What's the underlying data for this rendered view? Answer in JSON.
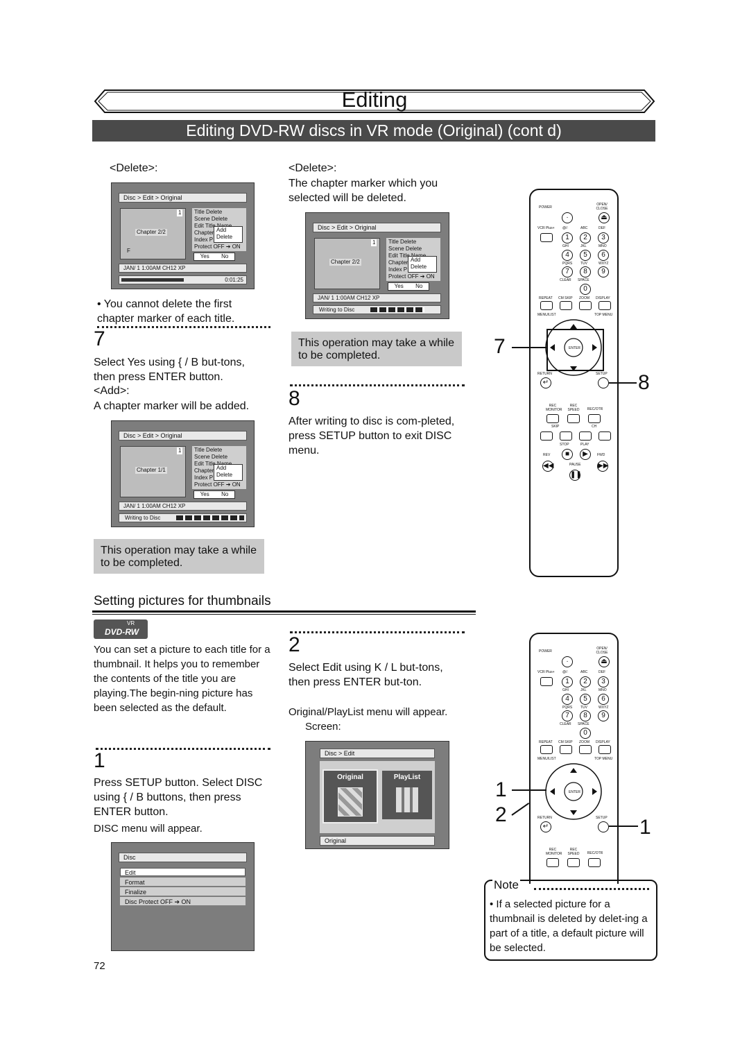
{
  "header": {
    "section_title": "Editing",
    "subtitle": "Editing DVD-RW discs in VR mode (Original) (cont d)"
  },
  "col1": {
    "delete_label": "<Delete>:",
    "screen1": {
      "breadcrumb": "Disc > Edit > Original",
      "chapter": "Chapter 2/2",
      "corner": "1",
      "flag": "F",
      "menu": [
        "Title Delete",
        "Scene Delete",
        "Edit Title Name",
        "Chapter",
        "Index P",
        "Protect OFF ➔ ON"
      ],
      "popup": [
        "Add",
        "Delete"
      ],
      "yes": "Yes",
      "no": "No",
      "status": "JAN/ 1   1:00AM  CH12     XP",
      "time": "0:01:25"
    },
    "bullet": "• You cannot delete the first chapter marker of each title.",
    "step7_num": "7",
    "step7_text": "Select  Yes  using   {   / B  but-tons, then press ENTER button.",
    "add_label": "<Add>:",
    "add_text": "A chapter marker will be added.",
    "screen2": {
      "breadcrumb": "Disc > Edit > Original",
      "chapter": "Chapter 1/1",
      "corner": "1",
      "menu": [
        "Title Delete",
        "Scene Delete",
        "Edit Title Name",
        "Chapter",
        "Index P",
        "Protect OFF ➔ ON"
      ],
      "popup": [
        "Add",
        "Delete"
      ],
      "yes": "Yes",
      "no": "No",
      "status": "JAN/ 1   1:00AM  CH12     XP",
      "writing": "Writing to Disc"
    },
    "op_note": "This operation may take a while to be completed."
  },
  "col2": {
    "delete_label": "<Delete>:",
    "delete_text": "The chapter marker which you selected will be deleted.",
    "screen": {
      "breadcrumb": "Disc > Edit > Original",
      "chapter": "Chapter 2/2",
      "corner": "1",
      "menu": [
        "Title Delete",
        "Scene Delete",
        "Edit Title Name",
        "Chapter",
        "Index P",
        "Protect OFF ➔ ON"
      ],
      "popup": [
        "Add",
        "Delete"
      ],
      "yes": "Yes",
      "no": "No",
      "status": "JAN/ 1   1:00AM  CH12     XP",
      "writing": "Writing to Disc"
    },
    "op_note": "This operation may take a while to be completed.",
    "step8_num": "8",
    "step8_text": "After writing to disc is com-pleted, press SETUP button to exit DISC menu."
  },
  "thumbs": {
    "heading": "Setting pictures for thumbnails",
    "logo_top": "VR",
    "logo_main": "DVD-RW",
    "intro": "You can set a picture to each title for a thumbnail. It helps you to remember the contents of the title you are playing.The begin-ning picture has been selected as the default.",
    "step1_num": "1",
    "step1_text": "Press SETUP button. Select  DISC  using   {   / B  buttons, then press ENTER button.",
    "step1_sub": "DISC menu will appear.",
    "disc_screen": {
      "title": "Disc",
      "items": [
        "Edit",
        "Format",
        "Finalize",
        "Disc Protect OFF ➔ ON"
      ]
    },
    "step2_num": "2",
    "step2_text": "Select  Edit  using    K  /  L  but-tons, then press ENTER but-ton.",
    "step2_sub": "Original/PlayList menu will appear.",
    "screen_label": "Screen:",
    "edit_screen": {
      "breadcrumb": "Disc > Edit",
      "original": "Original",
      "playlist": "PlayList",
      "footer": "Original"
    }
  },
  "remote": {
    "labels": {
      "power": "POWER",
      "open": "OPEN/ CLOSE",
      "vcr": "VCR Plus+",
      "at": "@/:",
      "abc": "ABC",
      "def": "DEF",
      "ghi": "GHI",
      "jkl": "JKL",
      "mno": "MNO",
      "pqrs": "PQRS",
      "tuv": "TUV",
      "wxyz": "WXYZ",
      "clear": "CLEAR",
      "space": "SPACE",
      "repeat": "REPEAT",
      "cmskip": "CM SKIP",
      "zoom": "ZOOM",
      "display": "DISPLAY",
      "menulist": "MENU/LIST",
      "topmenu": "TOP MENU",
      "enter": "ENTER",
      "return": "RETURN",
      "setup": "SETUP",
      "recmon": "REC MONITOR",
      "recspeed": "REC SPEED",
      "recotr": "REC/OTR",
      "skip": "SKIP",
      "ch": "CH",
      "stop": "STOP",
      "play": "PLAY",
      "rev": "REV",
      "fwd": "FWD",
      "pause": "PAUSE"
    },
    "digits": [
      "1",
      "2",
      "3",
      "4",
      "5",
      "6",
      "7",
      "8",
      "9",
      "0"
    ],
    "callouts_top": [
      "7",
      "8"
    ],
    "callouts_bottom": [
      "1",
      "2",
      "1"
    ]
  },
  "note": {
    "title": "Note",
    "text": "• If a selected picture for a thumbnail is deleted by delet-ing a part of a title, a default picture will be selected."
  },
  "page_number": "72"
}
